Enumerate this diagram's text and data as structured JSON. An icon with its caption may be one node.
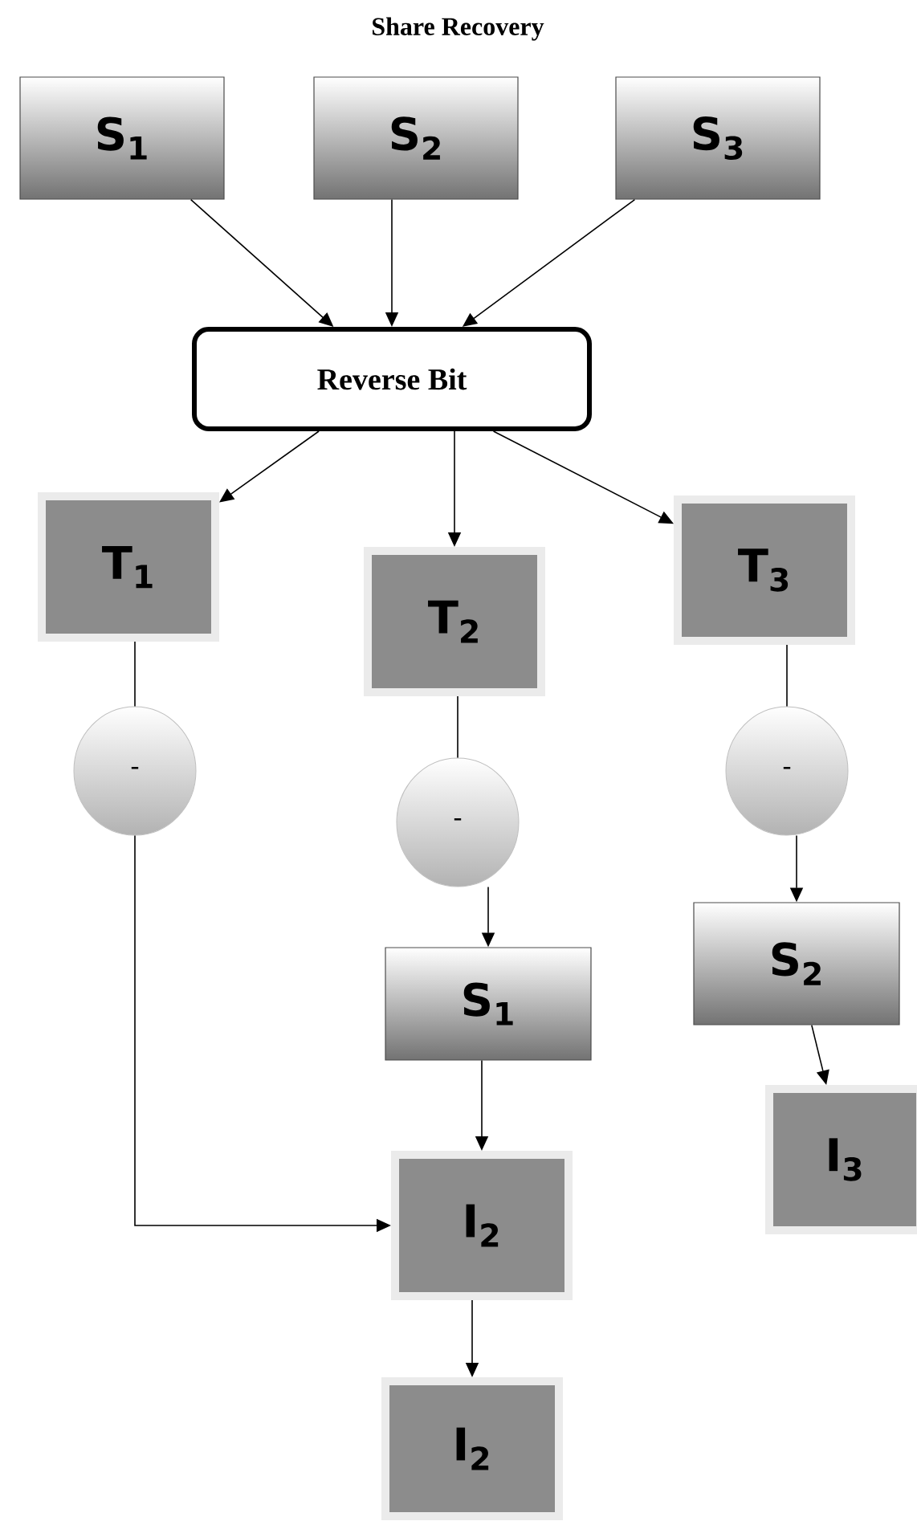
{
  "diagram": {
    "title": "Share Recovery",
    "nodes": [
      {
        "text": [
          "S$_{1}$"
        ]
      },
      {
        "text": [
          "S$_{2}$"
        ]
      },
      {
        "text": [
          "S$_{3}$"
        ]
      },
      {
        "text": [
          "Reverse Bit"
        ]
      },
      {
        "text": [
          "T$_{1}$"
        ]
      },
      {
        "text": [
          "T$_{2}$"
        ]
      },
      {
        "text": [
          "T$_{3}$"
        ]
      },
      {
        "text": [
          "-"
        ]
      },
      {
        "text": [
          "-"
        ]
      },
      {
        "text": [
          "-"
        ]
      },
      {
        "text": [
          "S$_{1}$"
        ]
      },
      {
        "text": [
          "S$_{2}$"
        ]
      },
      {
        "text": [
          "I$_{3}$"
        ]
      },
      {
        "text": [
          "I$_{2}$"
        ]
      },
      {
        "text": [
          "I$_{2}$"
        ]
      }
    ],
    "edges": [
      {
        "from": 0,
        "to": 3,
        "arrow": "to"
      },
      {
        "from": 1,
        "to": 3,
        "arrow": "to"
      },
      {
        "from": 2,
        "to": 3,
        "arrow": "to"
      },
      {
        "from": 3,
        "to": 4,
        "arrow": "to"
      },
      {
        "from": 3,
        "to": 5,
        "arrow": "to"
      },
      {
        "from": 3,
        "to": 6,
        "arrow": "to"
      },
      {
        "from": 4,
        "to": 7,
        "arrow": "none"
      },
      {
        "from": 7,
        "to": 13,
        "arrow": "to"
      },
      {
        "from": 5,
        "to": 8,
        "arrow": "none"
      },
      {
        "from": 8,
        "to": 10,
        "arrow": "to"
      },
      {
        "from": 10,
        "to": 13,
        "arrow": "to"
      },
      {
        "from": 13,
        "to": 14,
        "arrow": "to"
      },
      {
        "from": 6,
        "to": 9,
        "arrow": "none"
      },
      {
        "from": 9,
        "to": 11,
        "arrow": "to"
      },
      {
        "from": 11,
        "to": 12,
        "arrow": "to"
      }
    ]
  }
}
